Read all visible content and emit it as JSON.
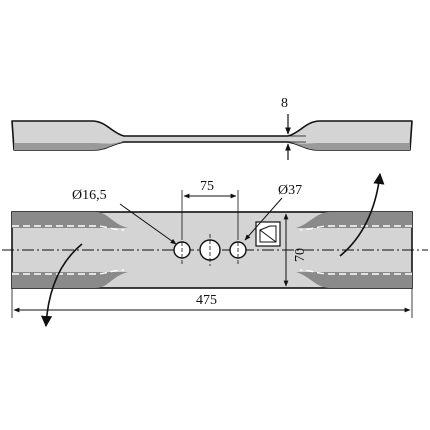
{
  "drawing": {
    "dimensions": {
      "thickness": "8",
      "hole_spacing": "75",
      "small_hole_diameter": "Ø16,5",
      "large_hole_diameter": "Ø37",
      "width": "70",
      "length": "475"
    },
    "colors": {
      "blade_fill": "#d4d4d4",
      "blade_dark": "#8a8a8a",
      "outline": "#111111",
      "background": "#ffffff"
    }
  }
}
